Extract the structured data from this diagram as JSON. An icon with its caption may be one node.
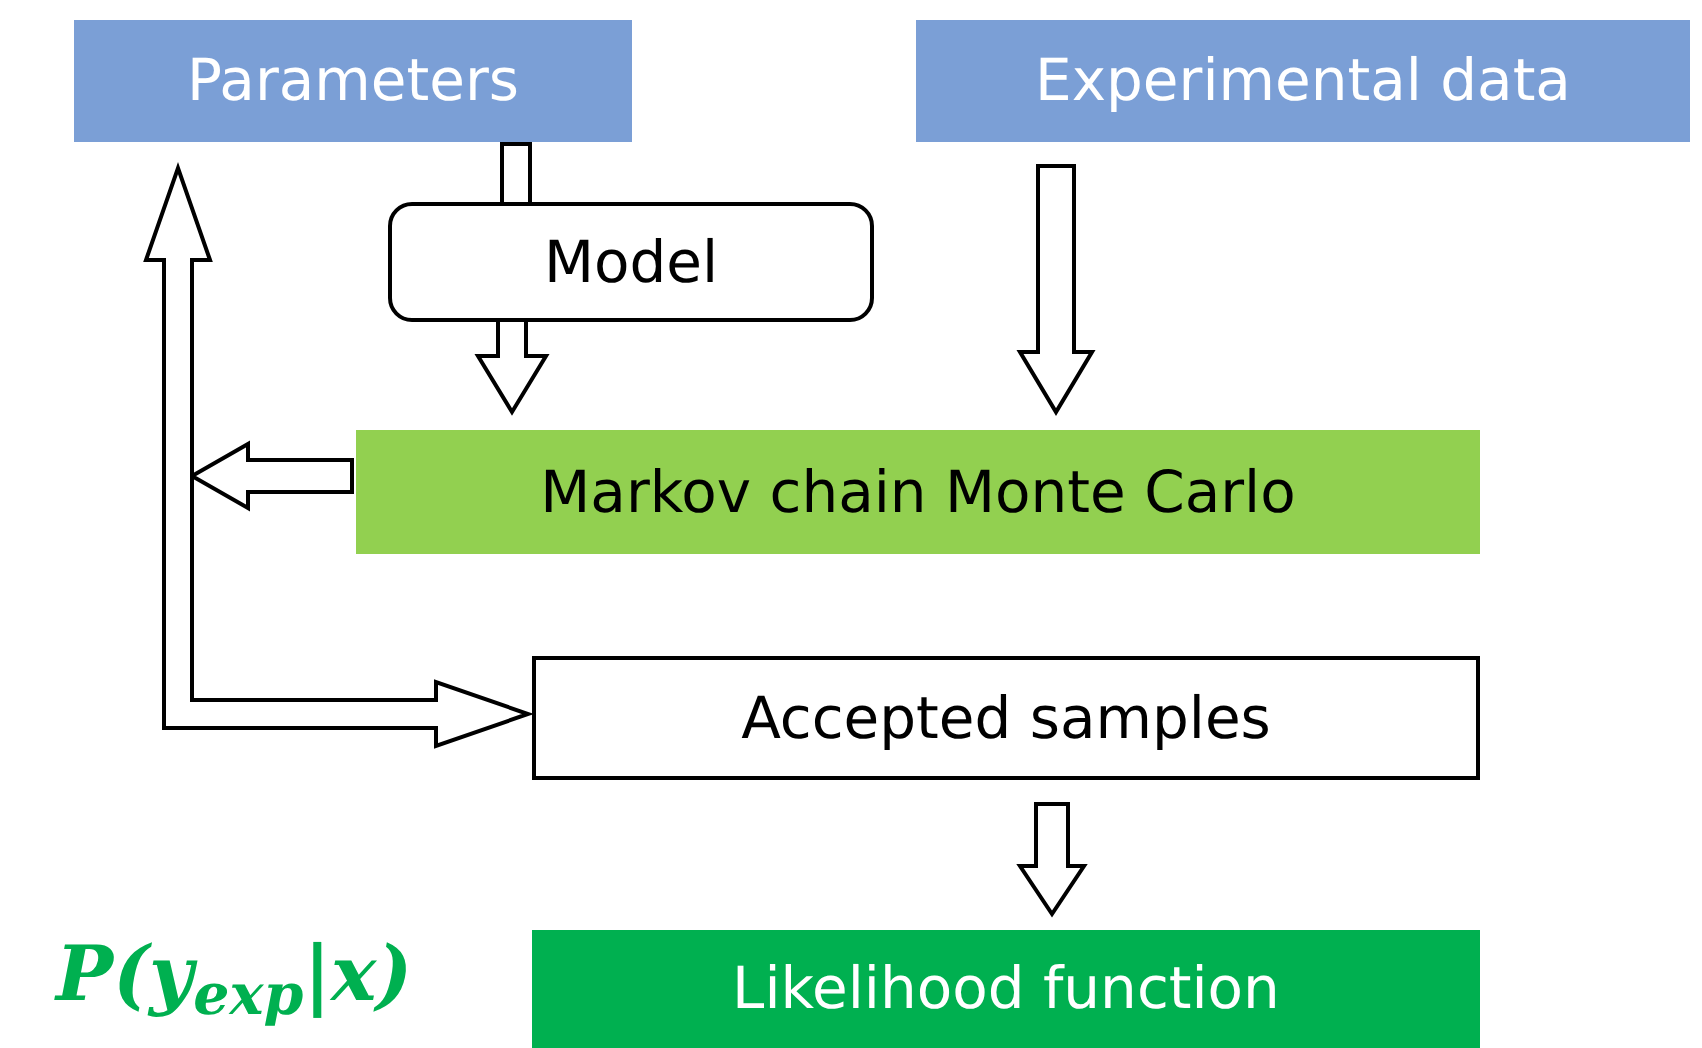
{
  "diagram": {
    "nodes": [
      {
        "text": [
          "Parameters"
        ]
      },
      {
        "text": [
          "Experimental data"
        ]
      },
      {
        "text": [
          "Model"
        ]
      },
      {
        "text": [
          "Markov chain Monte Carlo"
        ]
      },
      {
        "text": [
          "Accepted samples"
        ]
      },
      {
        "text": [
          "Likelihood function"
        ],
        "beside": [
          "P(y$_{exp}$|x)"
        ]
      }
    ],
    "edges": [
      {
        "from": 0,
        "to": 2,
        "arrow": "none"
      },
      {
        "from": 2,
        "to": 3,
        "arrow": "to"
      },
      {
        "from": 1,
        "to": 3,
        "arrow": "to"
      },
      {
        "from": 3,
        "to": null,
        "arrow": "to"
      },
      {
        "from": 0,
        "to": 4,
        "arrow": "both"
      },
      {
        "from": 4,
        "to": 5,
        "arrow": "to"
      }
    ]
  }
}
